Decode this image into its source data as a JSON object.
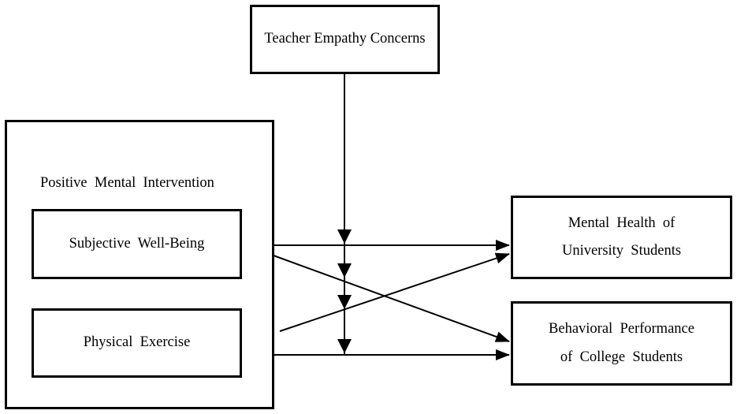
{
  "nodes": {
    "teacher_empathy": "Teacher Empathy Concerns",
    "positive_intervention": "Positive  Mental  Intervention",
    "subjective_wellbeing": "Subjective  Well-Being",
    "physical_exercise": "Physical  Exercise",
    "mental_health": {
      "line1": "Mental  Health  of",
      "line2": "University  Students"
    },
    "behavioral_performance": {
      "line1": "Behavioral  Performance",
      "line2": "of  College  Students"
    }
  },
  "edges": [
    {
      "from": "teacher_empathy",
      "to": "subjective_wellbeing-to-mental_health",
      "type": "moderation"
    },
    {
      "from": "teacher_empathy",
      "to": "subjective_wellbeing-to-behavioral_performance",
      "type": "moderation"
    },
    {
      "from": "teacher_empathy",
      "to": "physical_exercise-to-mental_health",
      "type": "moderation"
    },
    {
      "from": "teacher_empathy",
      "to": "physical_exercise-to-behavioral_performance",
      "type": "moderation"
    },
    {
      "from": "subjective_wellbeing",
      "to": "mental_health"
    },
    {
      "from": "subjective_wellbeing",
      "to": "behavioral_performance"
    },
    {
      "from": "physical_exercise",
      "to": "mental_health"
    },
    {
      "from": "physical_exercise",
      "to": "behavioral_performance"
    }
  ],
  "colors": {
    "stroke": "#000000",
    "background": "#ffffff"
  }
}
